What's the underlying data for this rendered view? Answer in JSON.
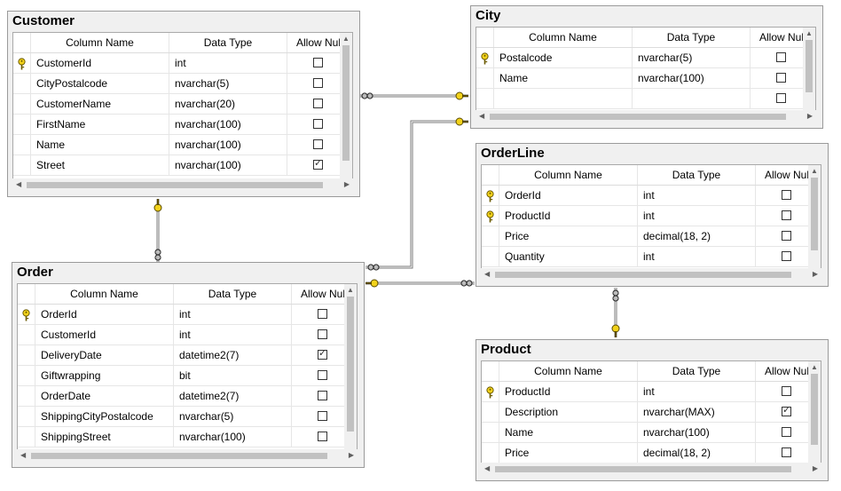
{
  "columns_header": {
    "name": "Column Name",
    "type": "Data Type",
    "nulls": "Allow Nulls"
  },
  "tables": {
    "customer": {
      "title": "Customer",
      "rows": [
        {
          "name": "CustomerId",
          "type": "int",
          "allow_null": false,
          "key": true
        },
        {
          "name": "CityPostalcode",
          "type": "nvarchar(5)",
          "allow_null": false,
          "key": false
        },
        {
          "name": "CustomerName",
          "type": "nvarchar(20)",
          "allow_null": false,
          "key": false
        },
        {
          "name": "FirstName",
          "type": "nvarchar(100)",
          "allow_null": false,
          "key": false
        },
        {
          "name": "Name",
          "type": "nvarchar(100)",
          "allow_null": false,
          "key": false
        },
        {
          "name": "Street",
          "type": "nvarchar(100)",
          "allow_null": true,
          "key": false
        }
      ]
    },
    "city": {
      "title": "City",
      "rows": [
        {
          "name": "Postalcode",
          "type": "nvarchar(5)",
          "allow_null": false,
          "key": true
        },
        {
          "name": "Name",
          "type": "nvarchar(100)",
          "allow_null": false,
          "key": false
        },
        {
          "name": "",
          "type": "",
          "allow_null": false,
          "key": false
        }
      ]
    },
    "orderline": {
      "title": "OrderLine",
      "rows": [
        {
          "name": "OrderId",
          "type": "int",
          "allow_null": false,
          "key": true
        },
        {
          "name": "ProductId",
          "type": "int",
          "allow_null": false,
          "key": true
        },
        {
          "name": "Price",
          "type": "decimal(18, 2)",
          "allow_null": false,
          "key": false
        },
        {
          "name": "Quantity",
          "type": "int",
          "allow_null": false,
          "key": false
        }
      ]
    },
    "order": {
      "title": "Order",
      "rows": [
        {
          "name": "OrderId",
          "type": "int",
          "allow_null": false,
          "key": true
        },
        {
          "name": "CustomerId",
          "type": "int",
          "allow_null": false,
          "key": false
        },
        {
          "name": "DeliveryDate",
          "type": "datetime2(7)",
          "allow_null": true,
          "key": false
        },
        {
          "name": "Giftwrapping",
          "type": "bit",
          "allow_null": false,
          "key": false
        },
        {
          "name": "OrderDate",
          "type": "datetime2(7)",
          "allow_null": false,
          "key": false
        },
        {
          "name": "ShippingCityPostalcode",
          "type": "nvarchar(5)",
          "allow_null": false,
          "key": false
        },
        {
          "name": "ShippingStreet",
          "type": "nvarchar(100)",
          "allow_null": false,
          "key": false
        }
      ]
    },
    "product": {
      "title": "Product",
      "rows": [
        {
          "name": "ProductId",
          "type": "int",
          "allow_null": false,
          "key": true
        },
        {
          "name": "Description",
          "type": "nvarchar(MAX)",
          "allow_null": true,
          "key": false
        },
        {
          "name": "Name",
          "type": "nvarchar(100)",
          "allow_null": false,
          "key": false
        },
        {
          "name": "Price",
          "type": "decimal(18, 2)",
          "allow_null": false,
          "key": false
        }
      ]
    }
  },
  "colors": {
    "key_icon": "#f2d21b",
    "connector": "#7a7a7a",
    "border": "#9a9a9a"
  }
}
